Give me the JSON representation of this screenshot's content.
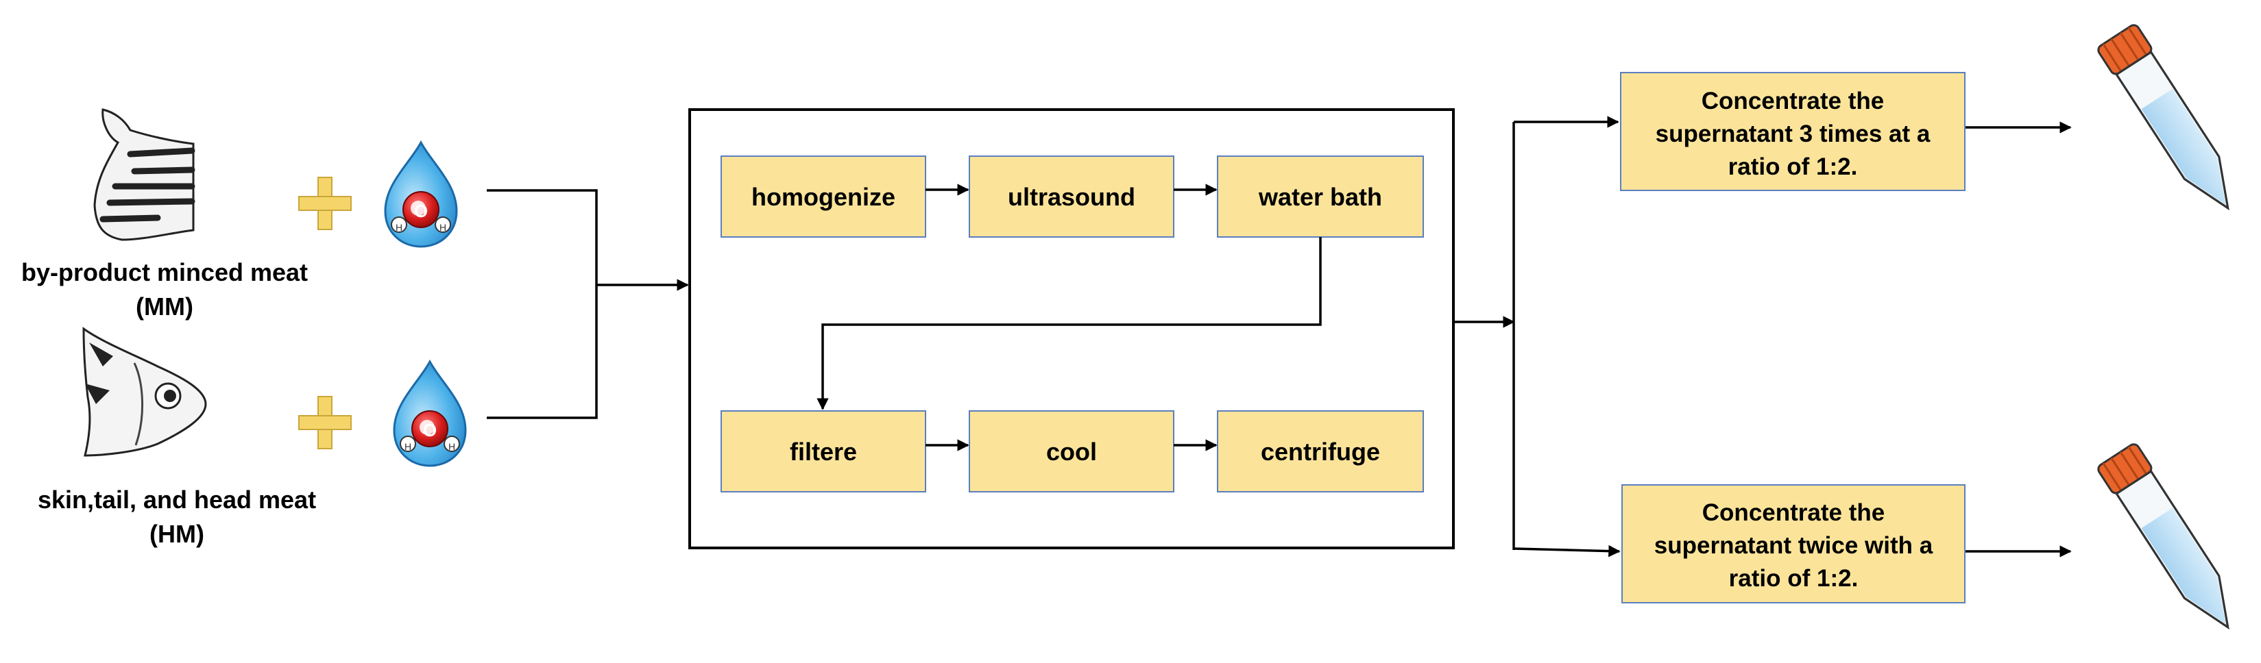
{
  "sources": [
    {
      "name": "by-product minced meat",
      "abbr": "(MM)",
      "icon": "fish-tail-icon"
    },
    {
      "name": "skin,tail, and head meat",
      "abbr": "(HM)",
      "icon": "fish-head-icon"
    }
  ],
  "water_icon": {
    "atom_main": "O",
    "atom_small": "H"
  },
  "process_steps": [
    "homogenize",
    "ultrasound",
    "water bath",
    "filtere",
    "cool",
    "centrifuge"
  ],
  "outputs": [
    {
      "lines": [
        "Concentrate the",
        "supernatant 3 times at a",
        "ratio of 1:2."
      ],
      "icon": "centrifuge-tube-icon"
    },
    {
      "lines": [
        "Concentrate the",
        "supernatant twice with a",
        "ratio of 1:2."
      ],
      "icon": "centrifuge-tube-icon"
    }
  ],
  "colors": {
    "box_fill": "#fbe49a",
    "box_border": "#5b7fbf",
    "plus": "#f5d56a",
    "water": "#3aa6e0",
    "atom": "#d81c1c",
    "tube_cap": "#e8642a",
    "tube_liquid": "#b9dcf3"
  }
}
